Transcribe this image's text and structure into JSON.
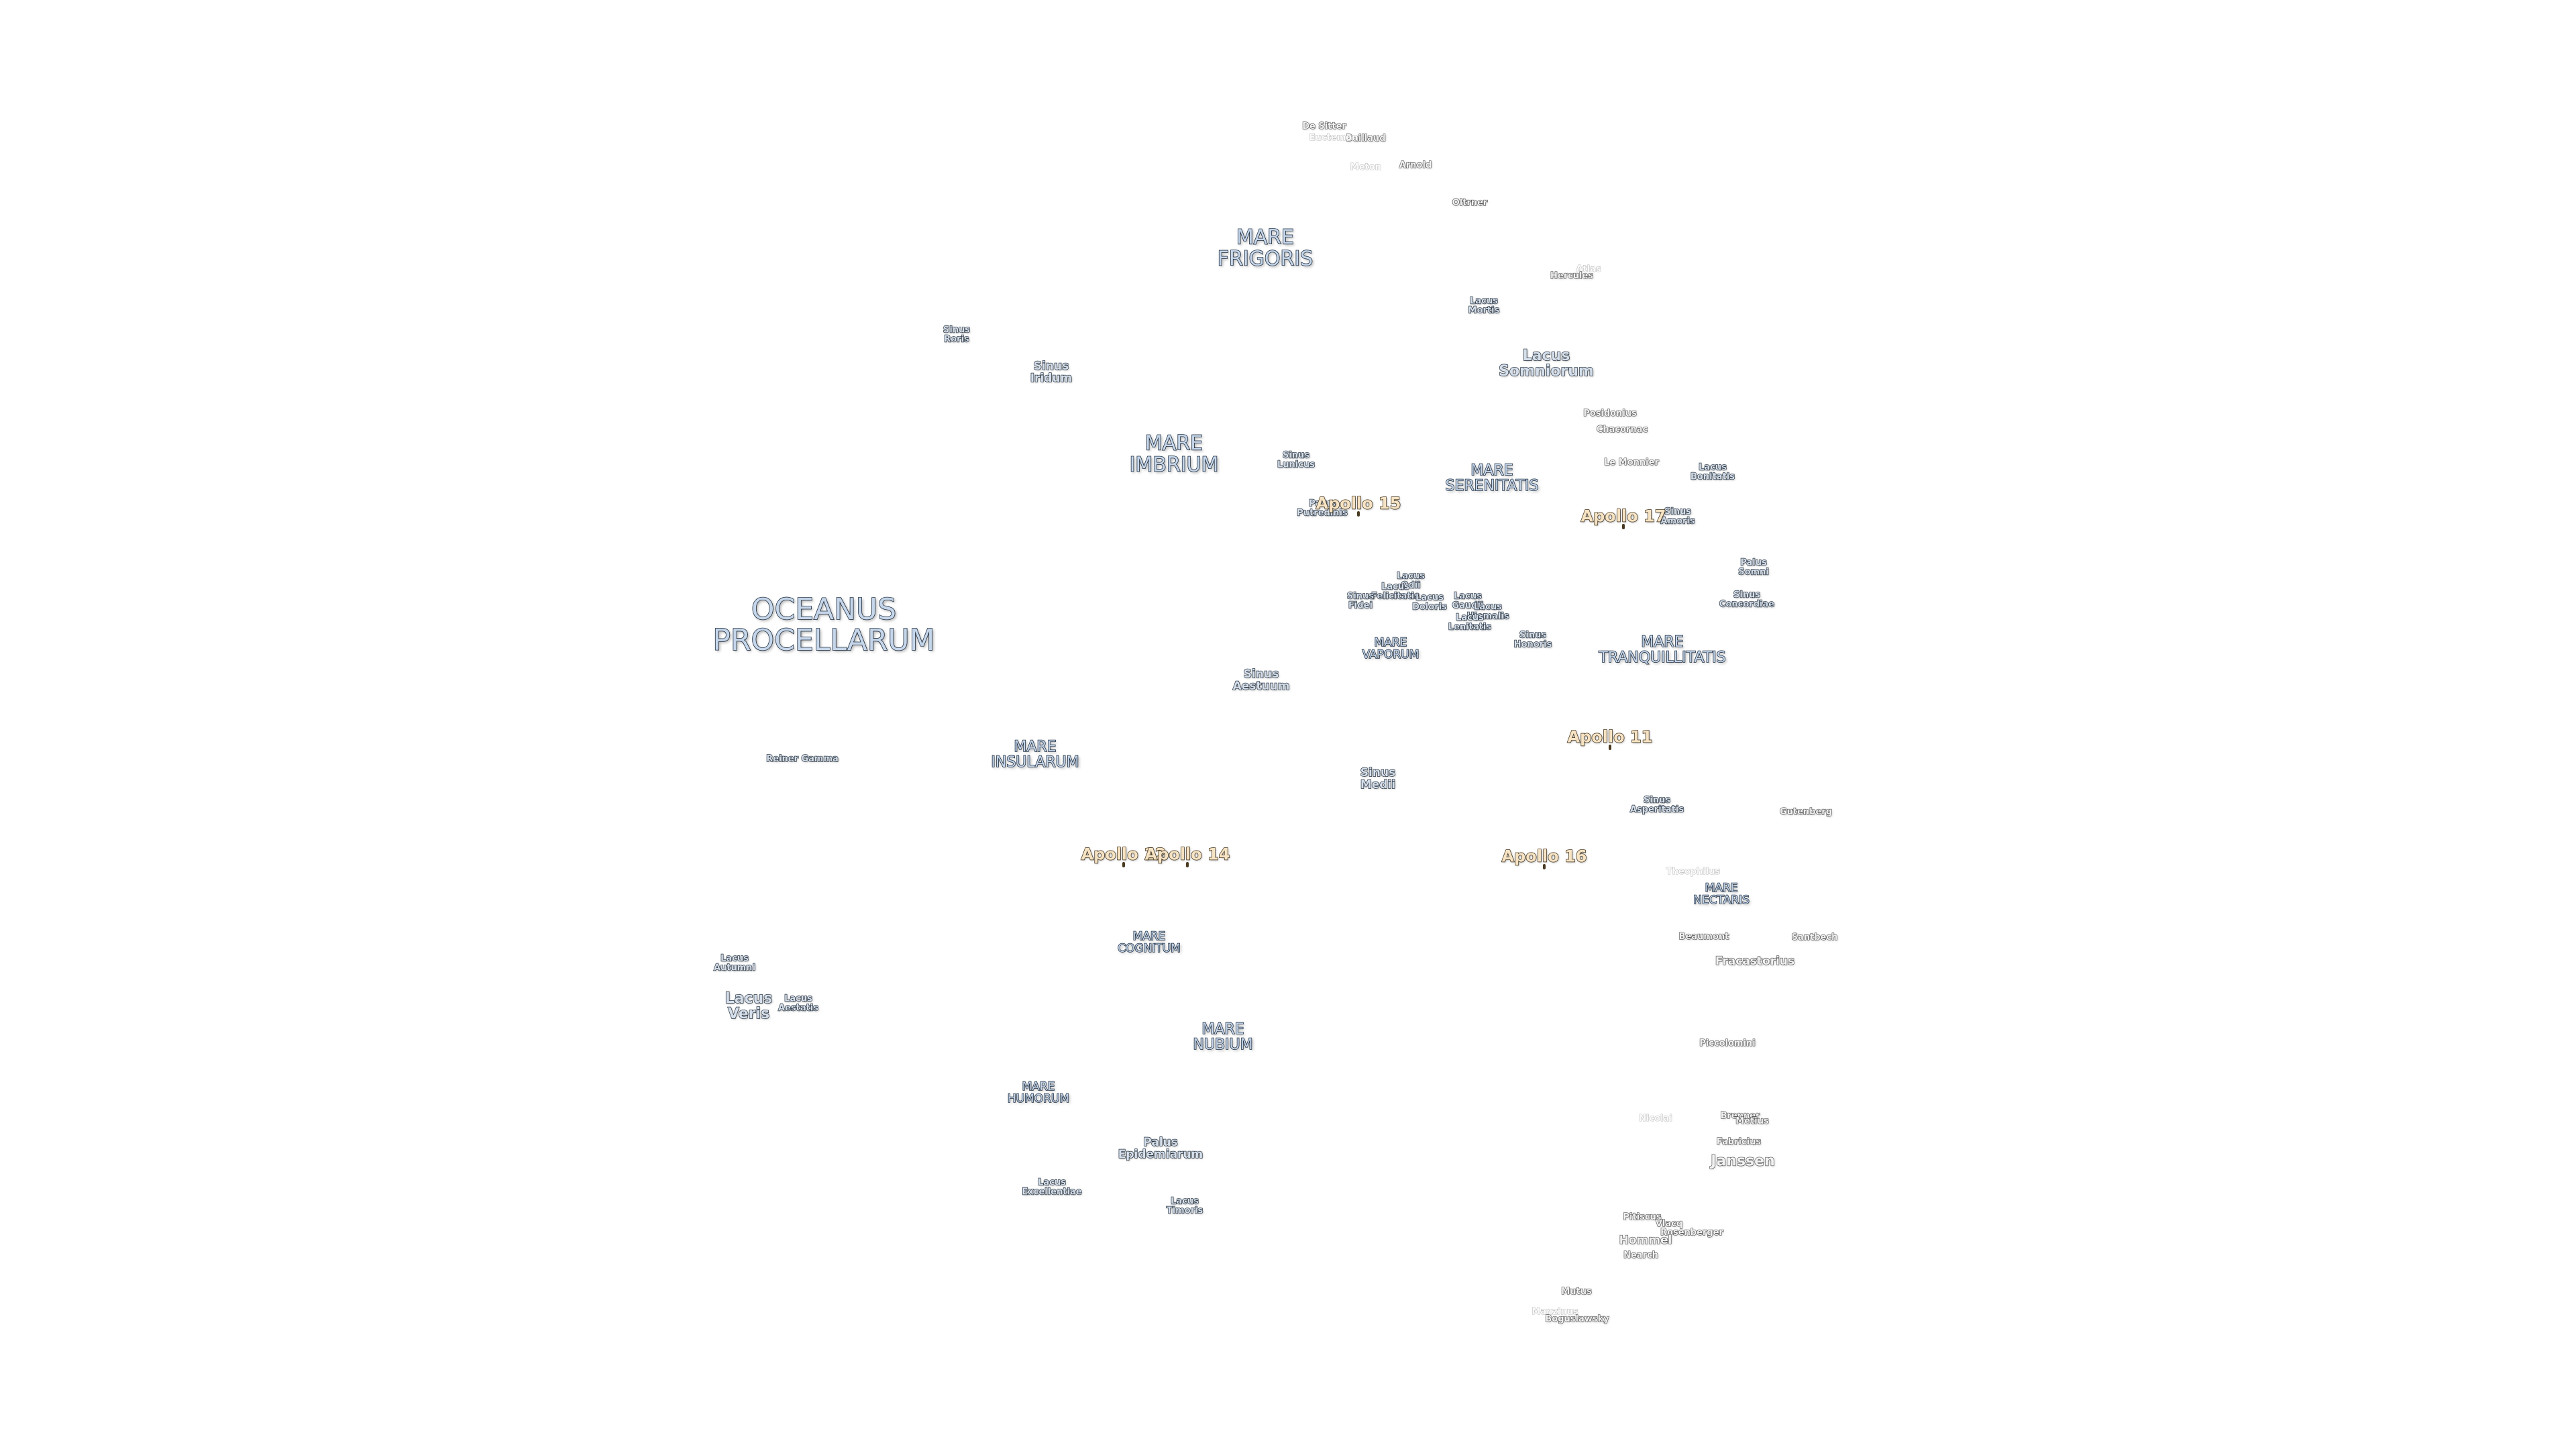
{
  "maria": {
    "oceanus_procellarum": [
      "OCEANUS",
      "PROCELLARUM"
    ],
    "mare_frigoris": [
      "MARE",
      "FRIGORIS"
    ],
    "mare_imbrium": [
      "MARE",
      "IMBRIUM"
    ],
    "mare_serenitatis": [
      "MARE",
      "SERENITATIS"
    ],
    "mare_tranquillitatis": [
      "MARE",
      "TRANQUILLITATIS"
    ],
    "mare_vaporum": [
      "MARE",
      "VAPORUM"
    ],
    "mare_insularum": [
      "MARE",
      "INSULARUM"
    ],
    "mare_cognitum": [
      "MARE",
      "COGNITUM"
    ],
    "mare_nubium": [
      "MARE",
      "NUBIUM"
    ],
    "mare_humorum": [
      "MARE",
      "HUMORUM"
    ],
    "mare_nectaris": [
      "MARE",
      "NECTARIS"
    ]
  },
  "features": {
    "sinus_roris": [
      "Sinus",
      "Roris"
    ],
    "sinus_iridum": [
      "Sinus",
      "Iridum"
    ],
    "lacus_mortis": [
      "Lacus",
      "Mortis"
    ],
    "lacus_somniorum": [
      "Lacus",
      "Somniorum"
    ],
    "sinus_lunicus": [
      "Sinus",
      "Lunicus"
    ],
    "palus_putredinis": [
      "Palus",
      "Putredinis"
    ],
    "lacus_bonitatis": [
      "Lacus",
      "Bonitatis"
    ],
    "sinus_amoris": [
      "Sinus",
      "Amoris"
    ],
    "palus_somni": [
      "Palus",
      "Somni"
    ],
    "sinus_concordiae": [
      "Sinus",
      "Concordiae"
    ],
    "lacus_odii": [
      "Lacus",
      "Odii"
    ],
    "lacus_felicitatis": [
      "Lacus",
      "Felicitatis"
    ],
    "sinus_fidei": [
      "Sinus",
      "Fidei"
    ],
    "lacus_doloris": [
      "Lacus",
      "Doloris"
    ],
    "lacus_gaudii": [
      "Lacus",
      "Gaudii"
    ],
    "lacus_hiemalis": [
      "Lacus",
      "Hiemalis"
    ],
    "lacus_lenitatis": [
      "Lacus",
      "Lenitatis"
    ],
    "sinus_honoris": [
      "Sinus",
      "Honoris"
    ],
    "sinus_aestuum": [
      "Sinus",
      "Aestuum"
    ],
    "sinus_medii": [
      "Sinus",
      "Medii"
    ],
    "sinus_asperitatis": [
      "Sinus",
      "Asperitatis"
    ],
    "lacus_autumni": [
      "Lacus",
      "Autumni"
    ],
    "lacus_veris": [
      "Lacus",
      "Veris"
    ],
    "lacus_aestatis": [
      "Lacus",
      "Aestatis"
    ],
    "palus_epidemiarum": [
      "Palus",
      "Epidemiarum"
    ],
    "lacus_excellentiae": [
      "Lacus",
      "Excellentiae"
    ],
    "lacus_timoris": [
      "Lacus",
      "Timoris"
    ],
    "reiner_gamma": [
      "Reiner Gamma"
    ]
  },
  "craters": {
    "de_sitter": "De Sitter",
    "baillaud": "Baillaud",
    "euctemon": "Euctemon",
    "arnold": "Arnold",
    "meton": "Meton",
    "oltrner": "Oltrner",
    "atlas": "Atlas",
    "hercules": "Hercules",
    "posidonius": "Posidonius",
    "chacornac": "Chacornac",
    "le_monnier": "Le Monnier",
    "gutenberg": "Gutenberg",
    "theophilus": "Theophilus",
    "beaumont": "Beaumont",
    "santbech": "Santbech",
    "fracastorius": "Fracastorius",
    "piccolomini": "Piccolomini",
    "nicolai": "Nicolai",
    "brenner": "Brenner",
    "metius": "Metius",
    "fabricius": "Fabricius",
    "janssen": "Janssen",
    "pitiscus": "Pitiscus",
    "vlacq": "Vlacq",
    "rosenberger": "Rosenberger",
    "hommel": "Hommel",
    "nearch": "Nearch",
    "mutus": "Mutus",
    "manzinus": "Manzinus",
    "boguslawsky": "Boguslawsky"
  },
  "apollo_sites": {
    "apollo_11": "Apollo 11",
    "apollo_12": "Apollo 12",
    "apollo_14": "Apollo 14",
    "apollo_15": "Apollo 15",
    "apollo_16": "Apollo 16",
    "apollo_17": "Apollo 17"
  },
  "colors": {
    "background": "#ffffff",
    "mare_fill": "#c6d6ea",
    "mare_outline": "#243447",
    "crater_fill": "#f2f2f2",
    "crater_outline": "#5a5a5a",
    "apollo_fill": "#f6e3c3",
    "apollo_outline": "#4a3a22"
  }
}
